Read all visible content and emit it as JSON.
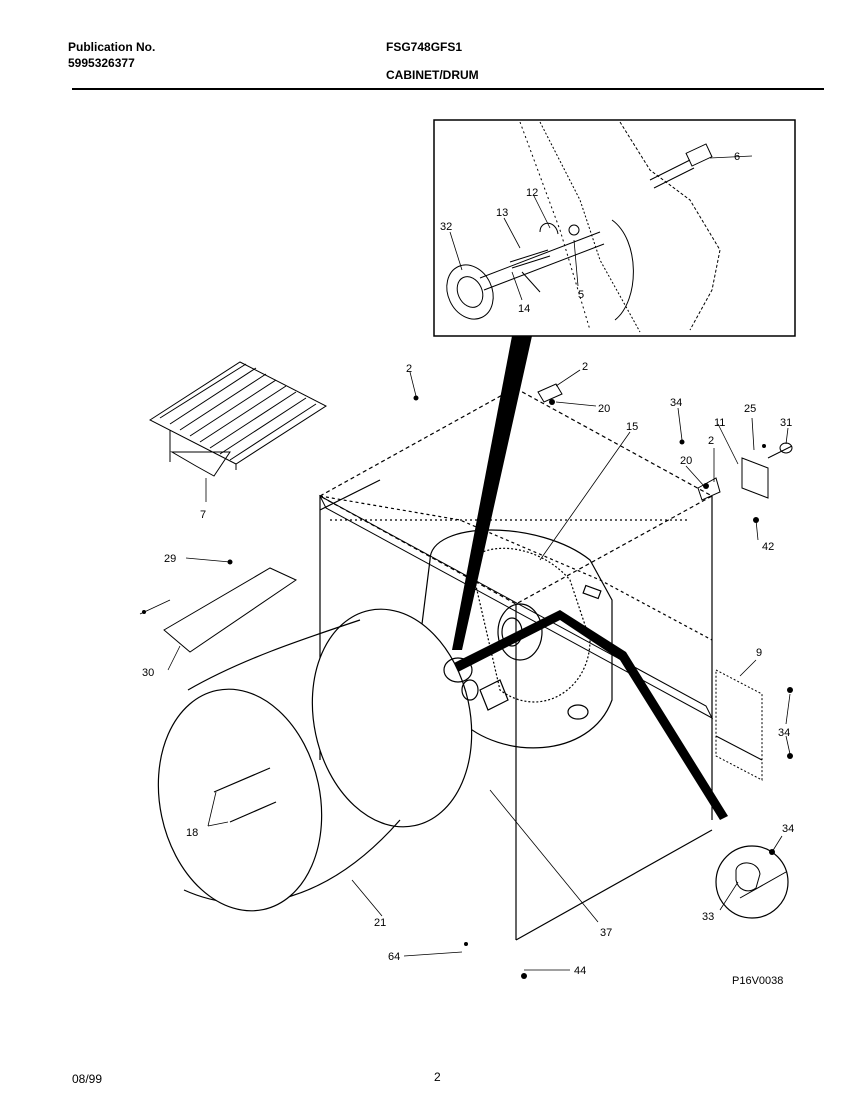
{
  "header": {
    "publication_label": "Publication No.",
    "publication_number": "5995326377",
    "model": "FSG748GFS1",
    "section": "CABINET/DRUM"
  },
  "diagram_code": "P16V0038",
  "callouts": {
    "c2a": "2",
    "c2b": "2",
    "c2c": "2",
    "c5": "5",
    "c6": "6",
    "c7": "7",
    "c9": "9",
    "c11": "11",
    "c12": "12",
    "c13": "13",
    "c14": "14",
    "c15": "15",
    "c18": "18",
    "c20a": "20",
    "c20b": "20",
    "c21": "21",
    "c25": "25",
    "c29": "29",
    "c30": "30",
    "c31": "31",
    "c32": "32",
    "c33": "33",
    "c34a": "34",
    "c34b": "34",
    "c34c": "34",
    "c37": "37",
    "c42": "42",
    "c44": "44",
    "c64": "64"
  },
  "footer": {
    "date": "08/99",
    "page": "2"
  }
}
